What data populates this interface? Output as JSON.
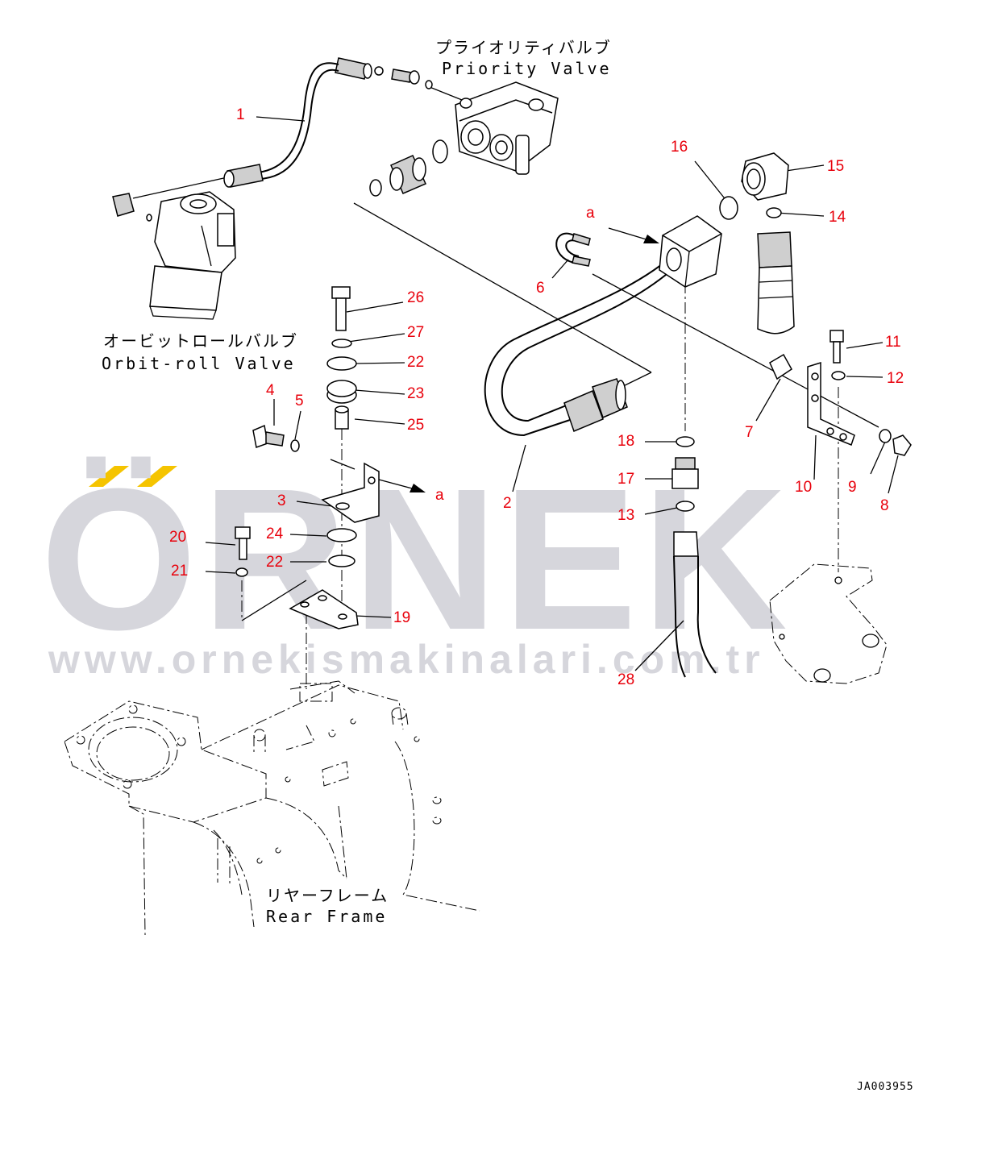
{
  "diagram": {
    "callouts": [
      {
        "id": "c1",
        "text": "1"
      },
      {
        "id": "c2",
        "text": "2"
      },
      {
        "id": "c3",
        "text": "3"
      },
      {
        "id": "c4",
        "text": "4"
      },
      {
        "id": "c5",
        "text": "5"
      },
      {
        "id": "c6",
        "text": "6"
      },
      {
        "id": "c7",
        "text": "7"
      },
      {
        "id": "c8",
        "text": "8"
      },
      {
        "id": "c9",
        "text": "9"
      },
      {
        "id": "c10",
        "text": "10"
      },
      {
        "id": "c11",
        "text": "11"
      },
      {
        "id": "c12",
        "text": "12"
      },
      {
        "id": "c13",
        "text": "13"
      },
      {
        "id": "c14",
        "text": "14"
      },
      {
        "id": "c15",
        "text": "15"
      },
      {
        "id": "c16",
        "text": "16"
      },
      {
        "id": "c17",
        "text": "17"
      },
      {
        "id": "c18",
        "text": "18"
      },
      {
        "id": "c19",
        "text": "19"
      },
      {
        "id": "c20",
        "text": "20"
      },
      {
        "id": "c21",
        "text": "21"
      },
      {
        "id": "c22a",
        "text": "22"
      },
      {
        "id": "c22b",
        "text": "22"
      },
      {
        "id": "c23",
        "text": "23"
      },
      {
        "id": "c24",
        "text": "24"
      },
      {
        "id": "c25",
        "text": "25"
      },
      {
        "id": "c26",
        "text": "26"
      },
      {
        "id": "c27",
        "text": "27"
      },
      {
        "id": "c28",
        "text": "28"
      },
      {
        "id": "ca1",
        "text": "a"
      },
      {
        "id": "ca2",
        "text": "a"
      }
    ],
    "labels": {
      "priority_valve_jp": "プライオリティバルブ",
      "priority_valve_en": "Priority Valve",
      "orbit_roll_jp": "オービットロールバルブ",
      "orbit_roll_en": "Orbit-roll Valve",
      "rear_frame_jp": "リヤーフレーム",
      "rear_frame_en": "Rear Frame"
    },
    "drawing_id": "JA003955"
  },
  "watermark": {
    "brand": "ÖRNEK",
    "url": "www.ornekismakinalari.com.tr",
    "accent_color": "#f5c400",
    "text_color": "#d6d6dc"
  },
  "colors": {
    "callout": "#e8000b",
    "line": "#000000",
    "background": "#ffffff"
  }
}
